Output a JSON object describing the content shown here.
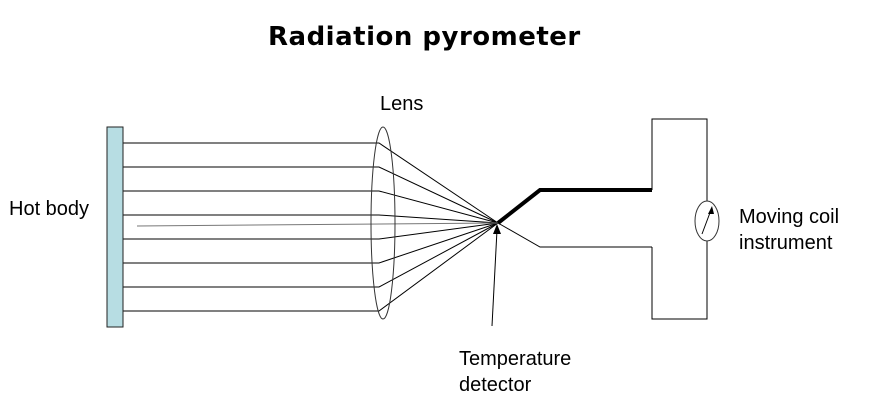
{
  "title": "Radiation pyrometer",
  "labels": {
    "lens": "Lens",
    "hot_body": "Hot body",
    "moving_coil_line1": "Moving coil",
    "moving_coil_line2": "instrument",
    "detector_line1": "Temperature",
    "detector_line2": "detector"
  },
  "colors": {
    "hot_body_fill": "#b7dde3",
    "line": "#000000"
  }
}
